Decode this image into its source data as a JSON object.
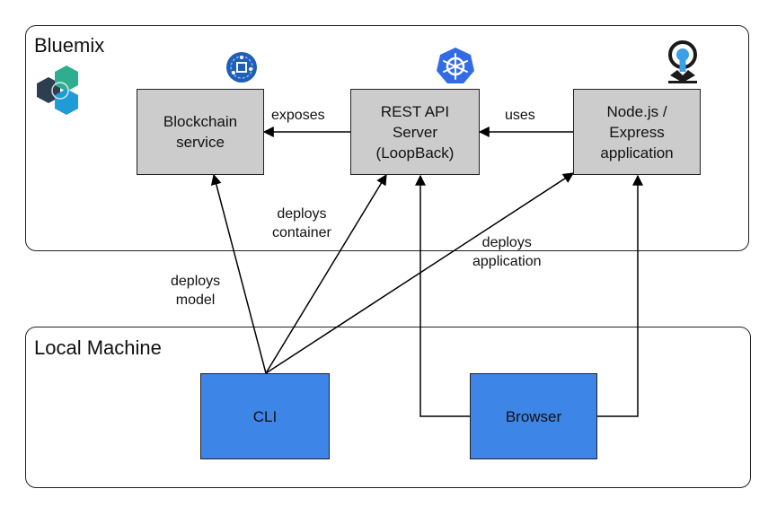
{
  "regions": {
    "bluemix": {
      "title": "Bluemix"
    },
    "local": {
      "title": "Local Machine"
    }
  },
  "nodes": {
    "blockchain": "Blockchain\nservice",
    "rest_api": "REST API\nServer\n(LoopBack)",
    "nodejs": "Node.js /\nExpress\napplication",
    "cli": "CLI",
    "browser": "Browser"
  },
  "edges": {
    "exposes": "exposes",
    "uses": "uses",
    "deploys_container": "deploys\ncontainer",
    "deploys_application": "deploys\napplication",
    "deploys_model": "deploys\nmodel"
  },
  "icons": {
    "bluemix_logo": "bluemix-hexagon-logo",
    "blockchain": "blockchain-cube-icon",
    "kubernetes": "kubernetes-helm-icon",
    "nodejs": "loopback-strongloop-icon"
  },
  "colors": {
    "cloud_box": "#cccccc",
    "local_box": "#3d85e6",
    "kubernetes": "#326ce5",
    "blockchain_icon": "#1f5fb5",
    "logo_dark": "#2d3e50",
    "logo_green": "#2fae8f",
    "logo_blue": "#1f9bd7"
  }
}
